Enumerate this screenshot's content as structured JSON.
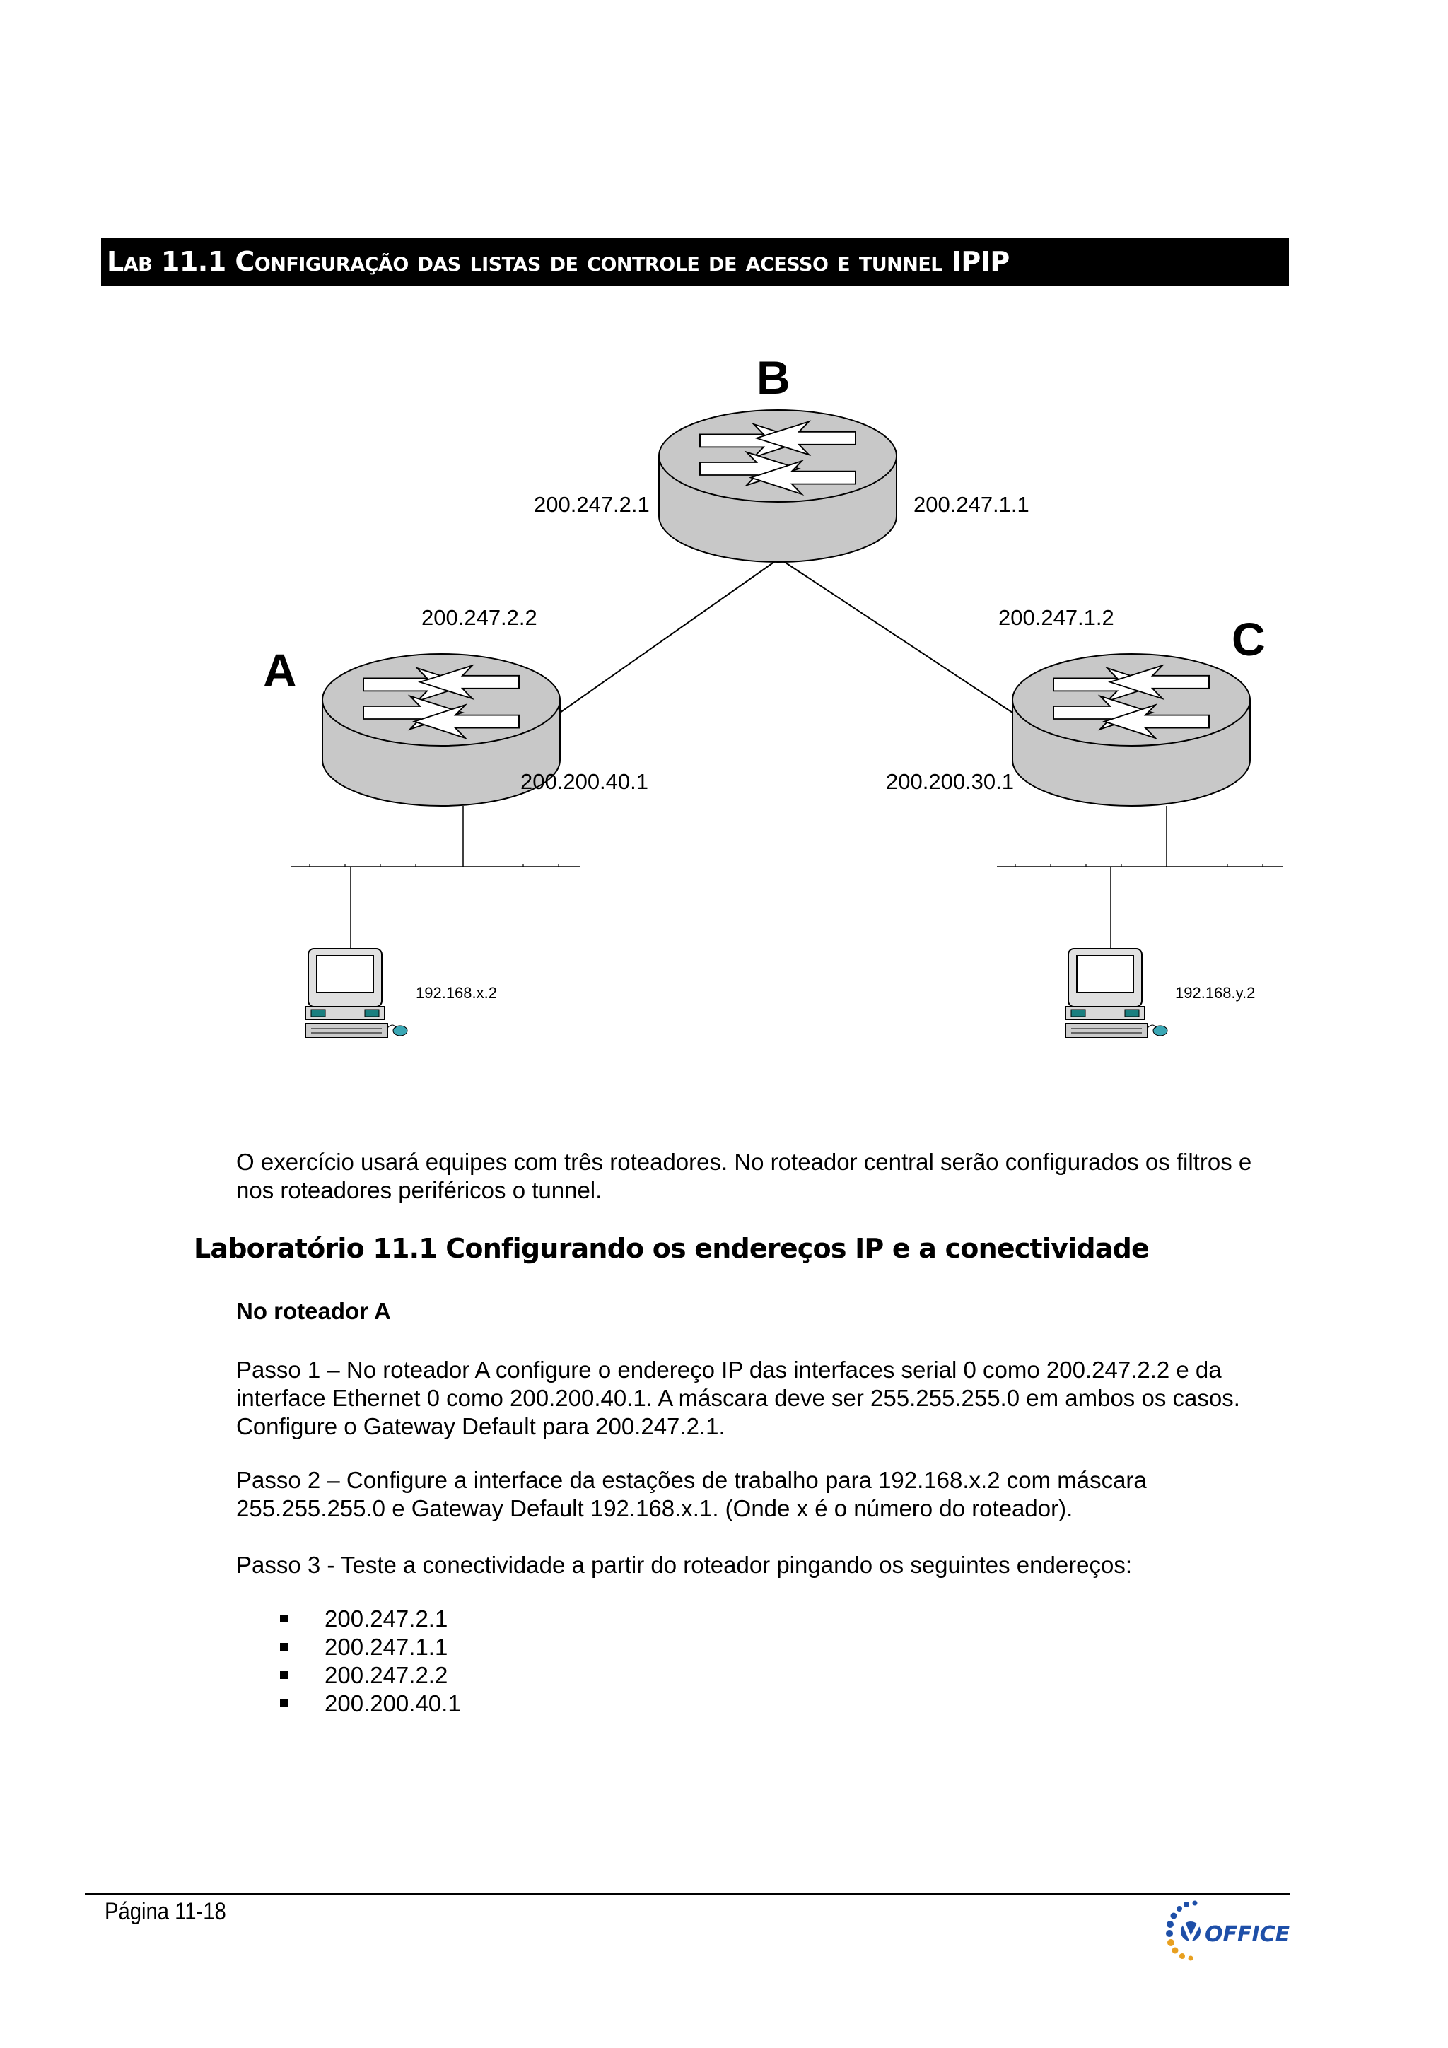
{
  "title": "Lab 11.1 Configuração das listas de controle de acesso e tunnel IPIP",
  "diagram": {
    "routers": [
      {
        "id": "A",
        "label": "A"
      },
      {
        "id": "B",
        "label": "B"
      },
      {
        "id": "C",
        "label": "C"
      }
    ],
    "addresses": {
      "b_left": "200.247.2.1",
      "b_right": "200.247.1.1",
      "a_serial": "200.247.2.2",
      "c_serial": "200.247.1.2",
      "a_ethernet": "200.200.40.1",
      "c_ethernet": "200.200.30.1",
      "host_a": "192.168.x.2",
      "host_c": "192.168.y.2"
    }
  },
  "intro": "O exercício usará equipes com três roteadores. No roteador central serão configurados os filtros e nos roteadores periféricos o tunnel.",
  "section_heading": "Laboratório  11.1 Configurando os endereços IP e a conectividade",
  "subheading": "No roteador A",
  "steps": [
    "Passo 1 – No roteador A configure o endereço IP das interfaces serial 0 como 200.247.2.2 e da interface Ethernet 0 como 200.200.40.1. A máscara deve ser 255.255.255.0 em ambos os casos. Configure o Gateway Default para 200.247.2.1.",
    "Passo 2 – Configure a interface da estações de trabalho para 192.168.x.2 com máscara 255.255.255.0 e Gateway Default 192.168.x.1. (Onde x é o número do roteador).",
    "Passo 3 - Teste a conectividade a partir do roteador pingando os seguintes endereços:"
  ],
  "ping_list": [
    "200.247.2.1",
    "200.247.1.1",
    "200.247.2.2",
    "200.200.40.1"
  ],
  "footer": {
    "page": "Página 11-18",
    "logo_text": "OFFICE"
  }
}
